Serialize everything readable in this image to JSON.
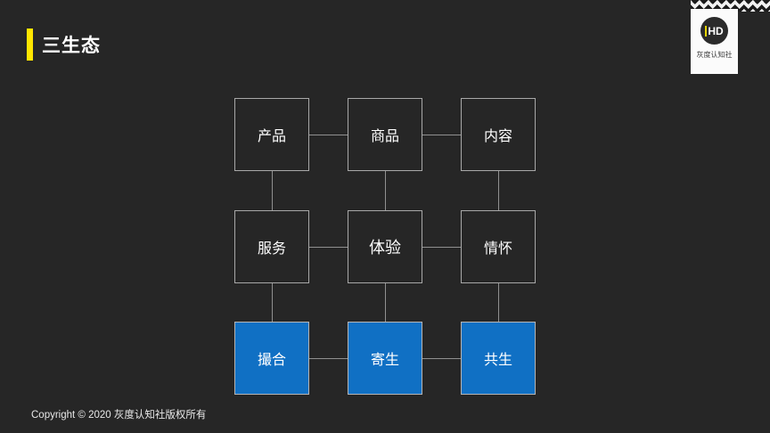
{
  "title": "三生态",
  "logo": {
    "monogram": "HD",
    "name": "灰度认知社"
  },
  "footer": {
    "copyright": "Copyright © 2020 灰度认知社版权所有"
  },
  "colors": {
    "background": "#262626",
    "accent_yellow": "#ffe600",
    "node_blue": "#1070c4",
    "connector_gray": "#909090",
    "node_border": "#a8a8a8"
  },
  "diagram": {
    "rows": [
      {
        "cells": [
          {
            "label": "产品"
          },
          {
            "label": "商品"
          },
          {
            "label": "内容"
          }
        ]
      },
      {
        "cells": [
          {
            "label": "服务"
          },
          {
            "label": "体验"
          },
          {
            "label": "情怀"
          }
        ]
      },
      {
        "cells": [
          {
            "label": "撮合"
          },
          {
            "label": "寄生"
          },
          {
            "label": "共生"
          }
        ]
      }
    ]
  }
}
